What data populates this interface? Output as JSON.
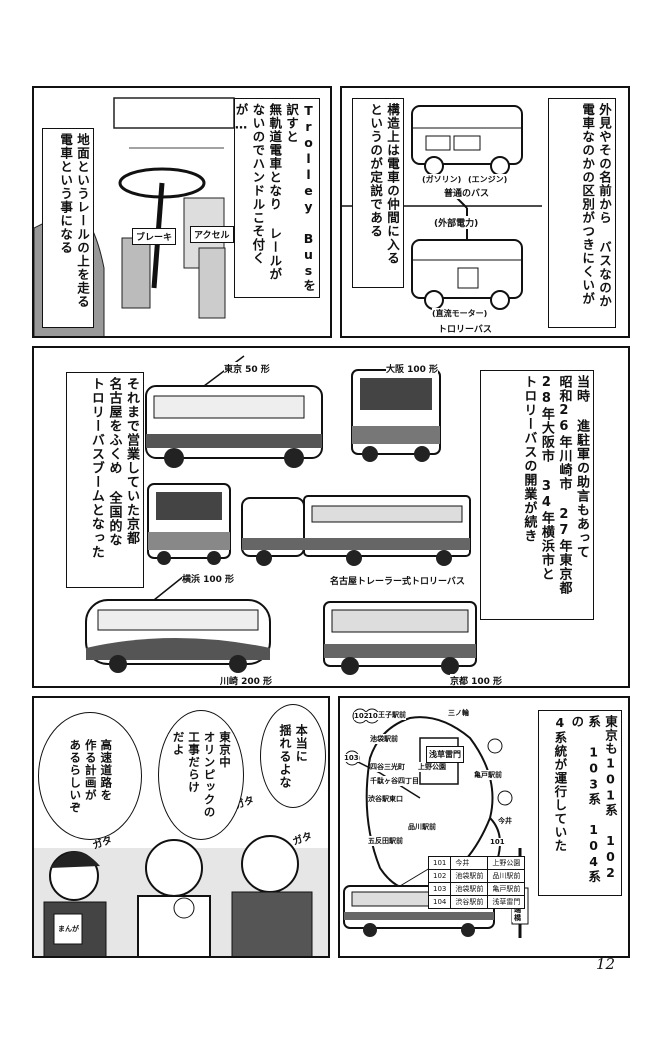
{
  "page_number": "12",
  "panel1": {
    "left_caption": [
      "地面というレールの上を走る",
      "電車という事になる"
    ],
    "speech": [
      "Trolley Busを訳すと",
      "無軌道電車となり レールが",
      "ないのでハンドルこそ付くが…"
    ],
    "labels": {
      "brake": "ブレーキ",
      "accel": "アクセル"
    }
  },
  "panel2": {
    "caption_right": [
      "外見やその名前から バスなのか",
      "電車なのかの区別がつきにくいが"
    ],
    "caption_left": [
      "構造上は電車の仲間に入る",
      "というのが定説である"
    ],
    "labels": {
      "gasoline": "(ガソリン)",
      "engine": "(エンジン)",
      "normal_bus": "普通のバス",
      "external_power": "(外部電力)",
      "dc_motor": "(直流モーター)",
      "trolley_bus": "トロリーバス"
    }
  },
  "panel3": {
    "caption_right": [
      "当時 進駐軍の助言もあって",
      "昭和26年川崎市 27年東京都",
      "28年大阪市 34年横浜市と",
      "トロリーバスの開業が続き"
    ],
    "caption_left": [
      "それまで営業していた京都",
      "名古屋をふくめ 全国的な",
      "トロリーバスブームとなった"
    ],
    "bus_labels": {
      "tokyo": "東京 50 形",
      "osaka": "大阪 100 形",
      "yokohama": "横浜 100 形",
      "nagoya": "名古屋トレーラー式トロリーバス",
      "kawasaki": "川崎 200 形",
      "kyoto": "京都 100 形"
    }
  },
  "panel4": {
    "caption": [
      "東京も101系 102系 103系 104系の",
      "4系統が運行していた"
    ],
    "map_labels": {
      "r1": "101",
      "r2": "102",
      "r3": "103",
      "r4": "104",
      "oji": "王子駅前",
      "minowa": "三ノ輪",
      "ikebukuro": "池袋駅前",
      "yotsuya": "四谷三光町",
      "sendagaya": "千駄ヶ谷四丁目",
      "ueno": "上野公園",
      "shibuya": "渋谷駅東口",
      "shinagawa": "品川駅前",
      "gotanda": "五反田駅前",
      "kameido": "亀戸駅前",
      "imai": "今井",
      "asakusa": "浅草雷門"
    },
    "route_table": [
      [
        "101",
        "今井",
        "上野公園"
      ],
      [
        "102",
        "池袋駅前",
        "品川駅前"
      ],
      [
        "103",
        "池袋駅前",
        "亀戸駅前"
      ],
      [
        "104",
        "渋谷駅前",
        "浅草雷門"
      ]
    ],
    "stop_sign": "本多端橋"
  },
  "panel5": {
    "bubble1": [
      "本当に",
      "揺れるよな"
    ],
    "bubble2": [
      "東京中",
      "オリンピックの",
      "工事だらけ",
      "だよ"
    ],
    "bubble3": [
      "高速道路を",
      "作る計画が",
      "あるらしいぞ"
    ],
    "sfx": [
      "ガタ",
      "ガタ",
      "ガタ",
      "ガタ"
    ],
    "book_label": "まんが"
  }
}
